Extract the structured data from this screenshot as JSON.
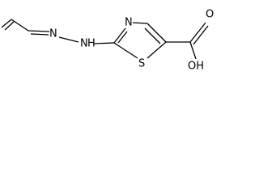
{
  "molecule": {
    "atoms": {
      "nitrogen_ring": "N",
      "sulfur_ring": "S",
      "hydrazone_n1": "N",
      "hydrazone_n2": "N",
      "hydrazone_nh": "H",
      "carbonyl_o": "O",
      "hydroxyl": "OH"
    },
    "colors": {
      "bond": "#000000",
      "label": "#000000",
      "background": "#ffffff"
    }
  }
}
